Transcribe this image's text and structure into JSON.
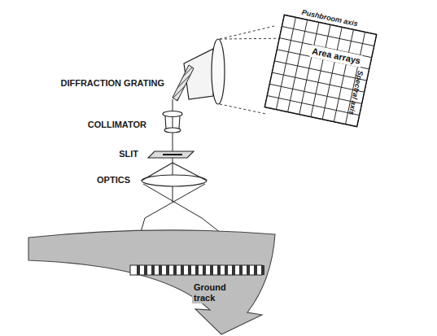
{
  "diagram": {
    "nodes": [
      {
        "text": [
          "Area arrays"
        ]
      },
      {
        "text": [
          "Ground track"
        ]
      }
    ],
    "labels": [
      "DIFFRACTION GRATING",
      "COLLIMATOR",
      "SLIT",
      "OPTICS",
      "Pushbroom axis",
      "Spectral axis"
    ]
  }
}
